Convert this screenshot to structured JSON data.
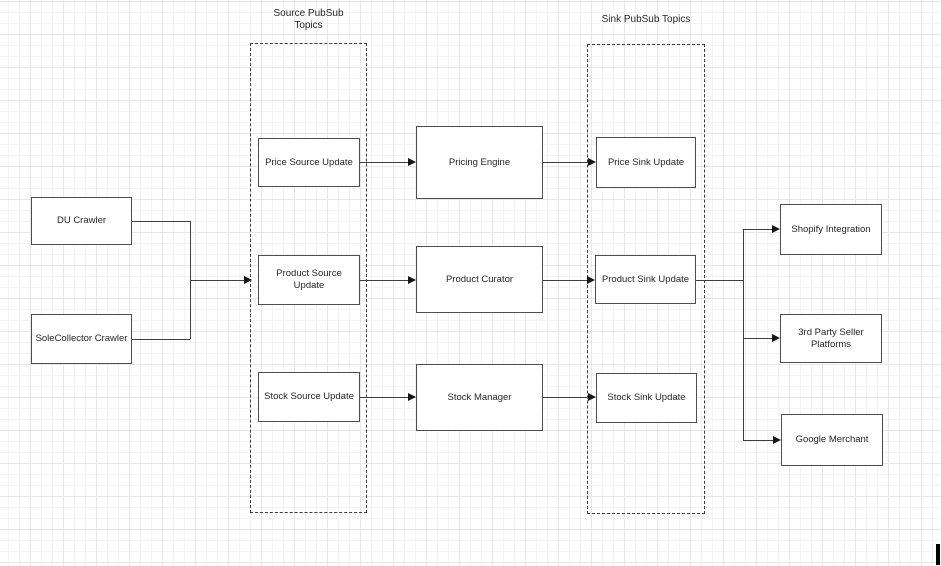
{
  "diagram": {
    "source_group_title": "Source PubSub Topics",
    "sink_group_title": "Sink PubSub Topics",
    "nodes": {
      "du_crawler": {
        "label": "DU Crawler"
      },
      "solecollector_crawler": {
        "label": "SoleCollector Crawler"
      },
      "price_source_update": {
        "label": "Price Source Update"
      },
      "product_source_update": {
        "label": "Product Source Update"
      },
      "stock_source_update": {
        "label": "Stock Source Update"
      },
      "pricing_engine": {
        "label": "Pricing Engine"
      },
      "product_curator": {
        "label": "Product Curator"
      },
      "stock_manager": {
        "label": "Stock Manager"
      },
      "price_sink_update": {
        "label": "Price Sink Update"
      },
      "product_sink_update": {
        "label": "Product Sink Update"
      },
      "stock_sink_update": {
        "label": "Stock Sink Update"
      },
      "shopify_integration": {
        "label": "Shopify Integration"
      },
      "third_party_seller_platforms": {
        "label": "3rd Party Seller Platforms"
      },
      "google_merchant": {
        "label": "Google Merchant"
      }
    },
    "connections": [
      {
        "from": "DU Crawler",
        "to": "Product Source Update"
      },
      {
        "from": "SoleCollector Crawler",
        "to": "Product Source Update"
      },
      {
        "from": "Price Source Update",
        "to": "Pricing Engine"
      },
      {
        "from": "Pricing Engine",
        "to": "Price Sink Update"
      },
      {
        "from": "Product Source Update",
        "to": "Product Curator"
      },
      {
        "from": "Product Curator",
        "to": "Product Sink Update"
      },
      {
        "from": "Stock Source Update",
        "to": "Stock Manager"
      },
      {
        "from": "Stock Manager",
        "to": "Stock Sink Update"
      },
      {
        "from": "Product Sink Update",
        "to": "Shopify Integration"
      },
      {
        "from": "Product Sink Update",
        "to": "3rd Party Seller Platforms"
      },
      {
        "from": "Product Sink Update",
        "to": "Google Merchant"
      }
    ],
    "colors": {
      "node_fill": "#ffffff",
      "node_border": "#4e4e4e",
      "connector": "#3f3f3f",
      "grid_minor": "#f4f4f4",
      "grid_major": "#e7e7e7"
    }
  }
}
